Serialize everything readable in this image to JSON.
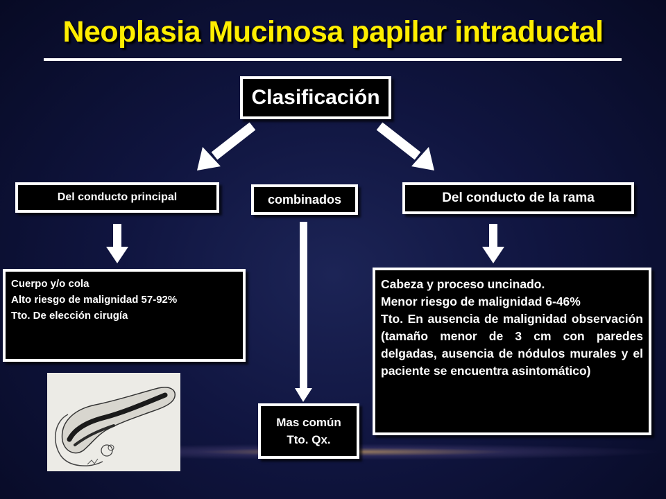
{
  "title": "Neoplasia Mucinosa papilar intraductal",
  "clasificacion": "Clasificación",
  "branches": {
    "principal": "Del conducto principal",
    "combinados": "combinados",
    "rama": "Del conducto  de la rama"
  },
  "principal_detail": [
    "Cuerpo y/o cola",
    "Alto riesgo de malignidad  57-92%",
    "Tto. De elección cirugía"
  ],
  "combinados_detail": [
    "Mas común",
    "Tto. Qx."
  ],
  "rama_detail": [
    "Cabeza y proceso uncinado.",
    "Menor riesgo de malignidad 6-46%",
    "Tto. En ausencia de malignidad observación (tamaño menor de 3 cm con paredes delgadas, ausencia de nódulos murales y el paciente se encuentra asintomático)"
  ],
  "colors": {
    "title": "#ffee00",
    "background": "#101540",
    "box_border": "#ffffff",
    "box_fill": "#000000"
  }
}
